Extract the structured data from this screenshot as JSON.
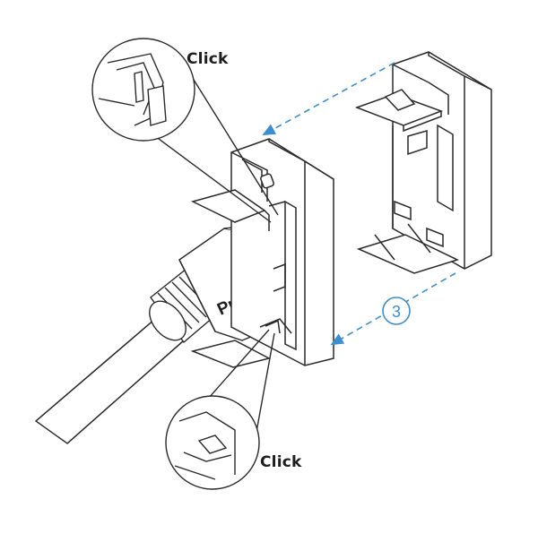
{
  "diagram": {
    "callouts": {
      "top_label": "Click",
      "bottom_label": "Click"
    },
    "brand_text": "PureLink",
    "step_number": "3",
    "colors": {
      "outline": "#2a2a2a",
      "fill": "#ffffff",
      "shade": "#e9e9e9",
      "arrow": "#3b8fd0",
      "step_badge": "#3b8fd0"
    }
  }
}
